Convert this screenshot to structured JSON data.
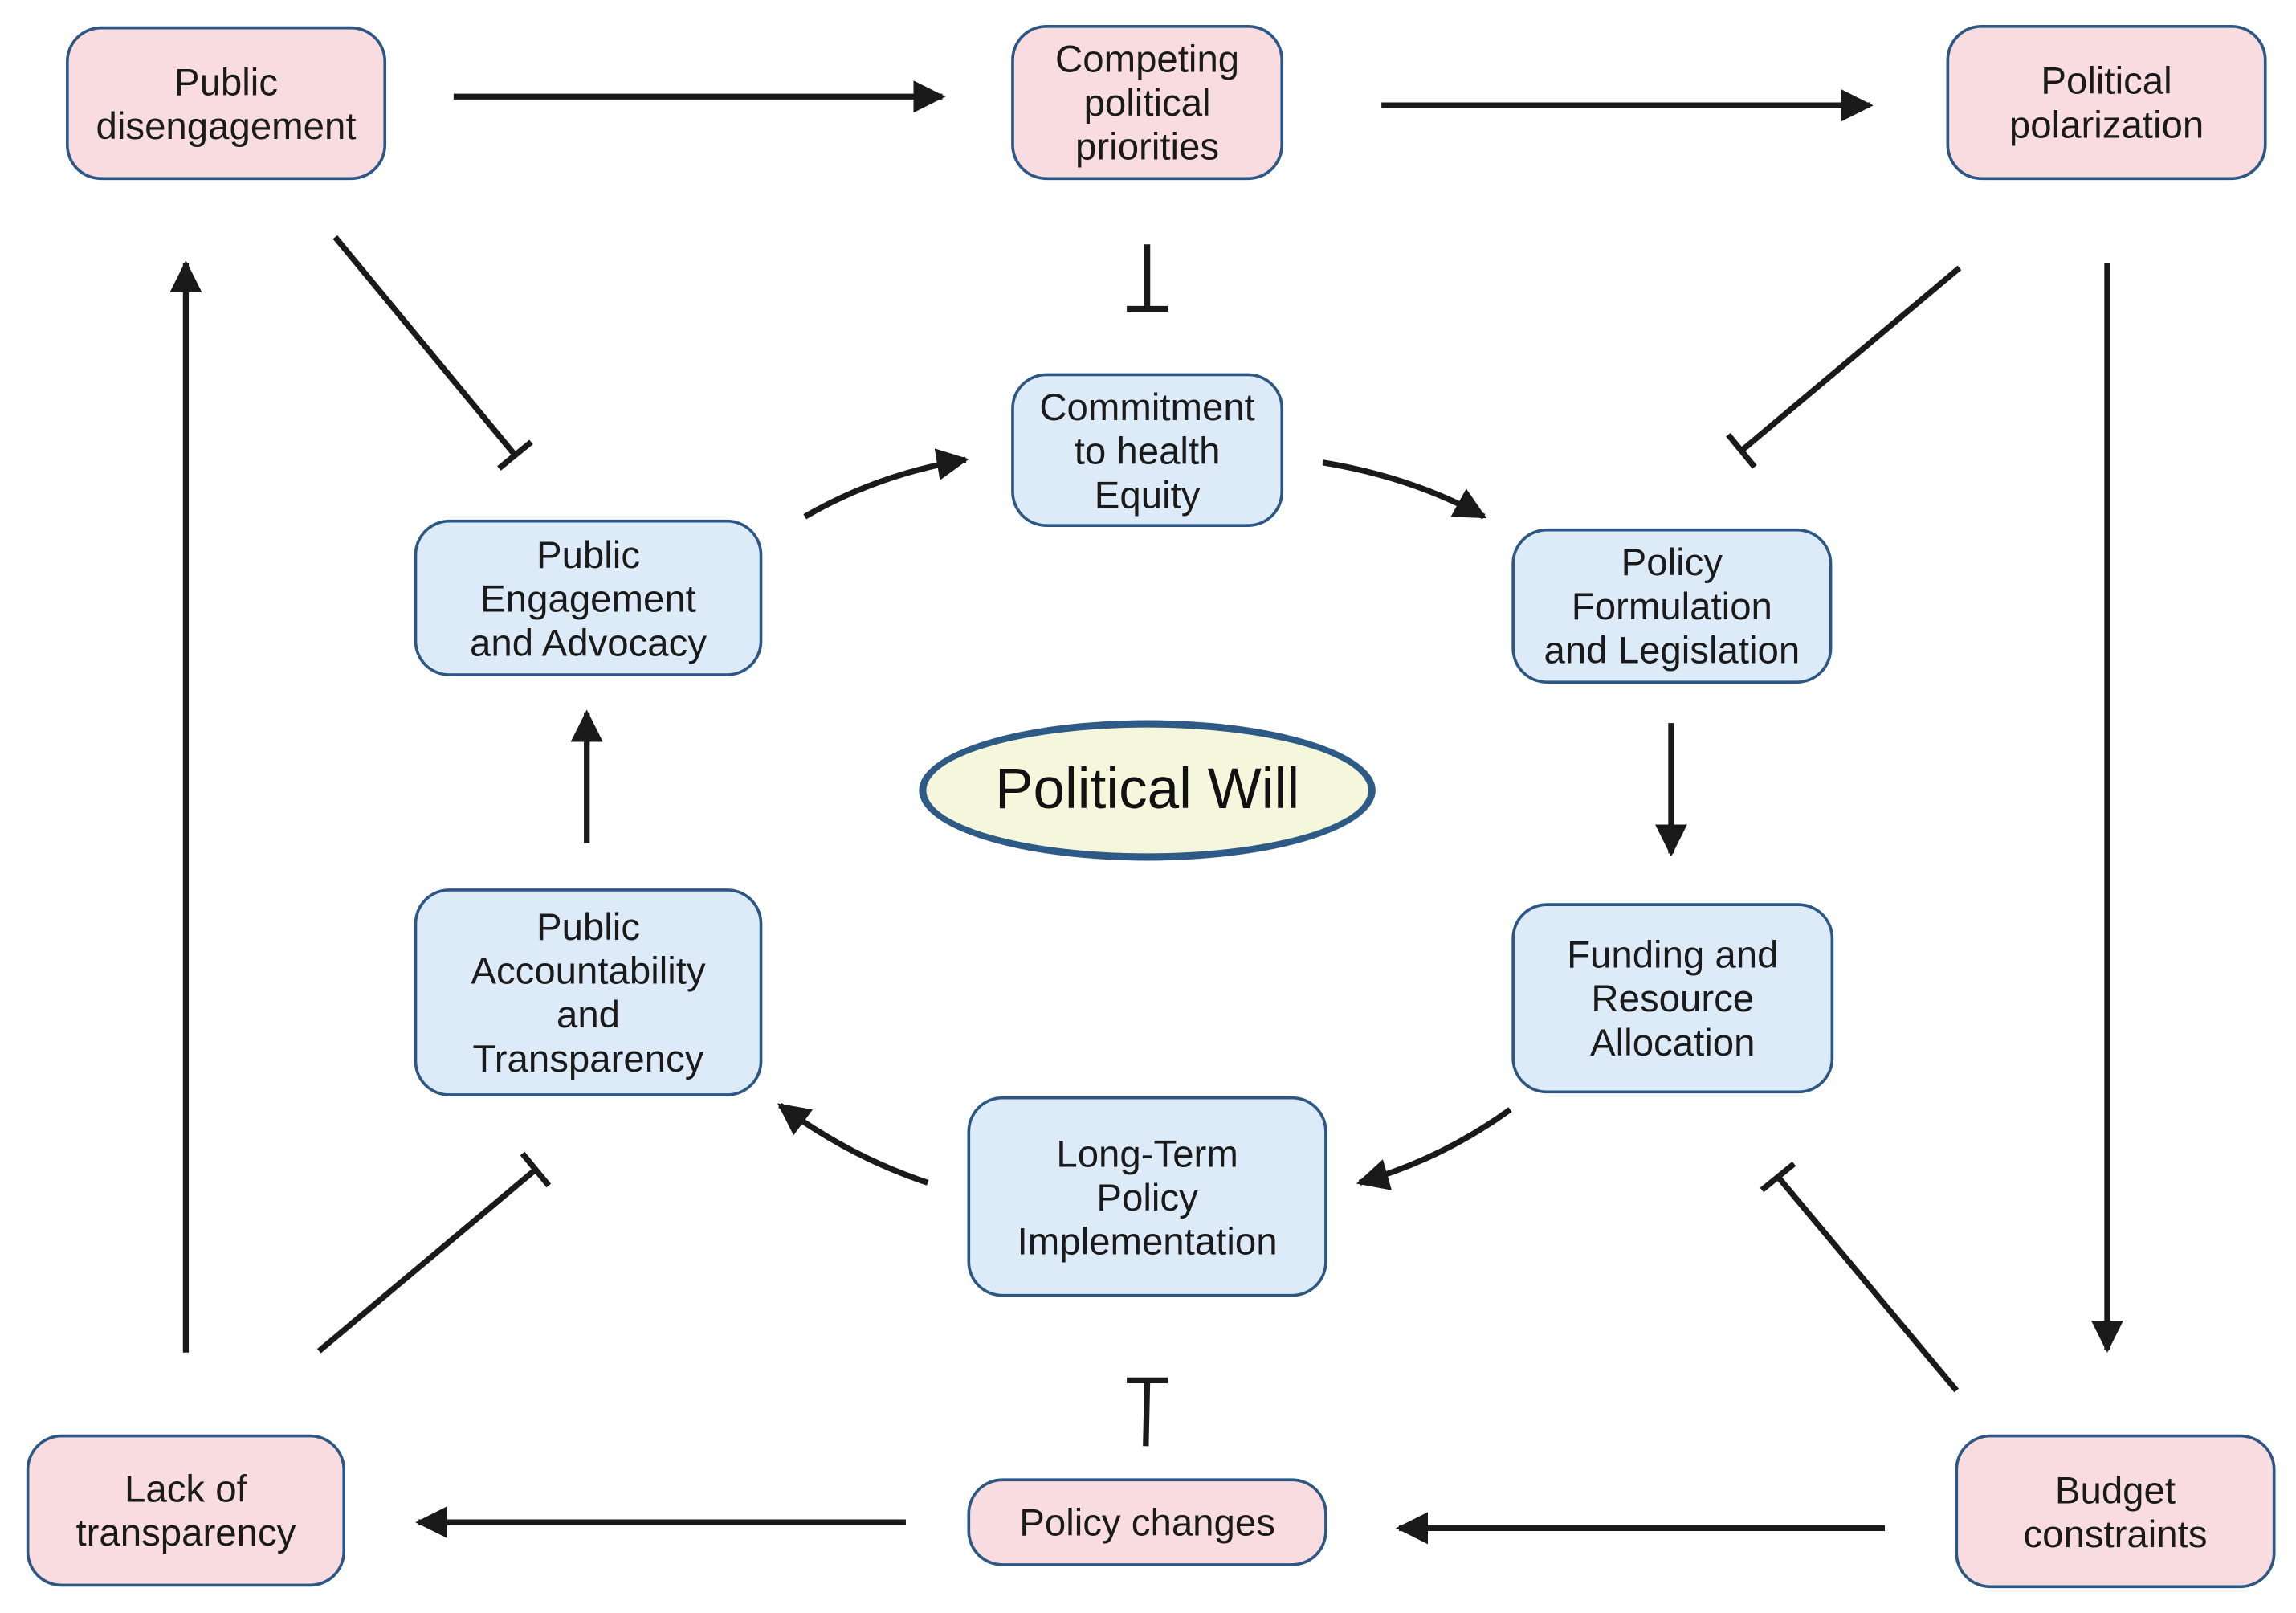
{
  "center": {
    "label": "Political Will"
  },
  "nodes": {
    "public_disengagement": "Public\ndisengagement",
    "competing_priorities": "Competing\npolitical\npriorities",
    "political_polarization": "Political\npolarization",
    "commitment": "Commitment\nto health\nEquity",
    "public_engagement": "Public\nEngagement\nand Advocacy",
    "policy_formulation": "Policy\nFormulation\nand Legislation",
    "funding": "Funding and\nResource\nAllocation",
    "accountability": "Public\nAccountability\nand\nTransparency",
    "long_term": "Long-Term\nPolicy\nImplementation",
    "lack_transparency": "Lack of\ntransparency",
    "policy_changes": "Policy  changes",
    "budget_constraints": "Budget\nconstraints"
  },
  "colors": {
    "barrier_fill": "#f8dcdf",
    "driver_fill": "#ddebf8",
    "border": "#2c5784",
    "center_fill": "#f5f7dd",
    "arrow": "#1a1a1a"
  }
}
